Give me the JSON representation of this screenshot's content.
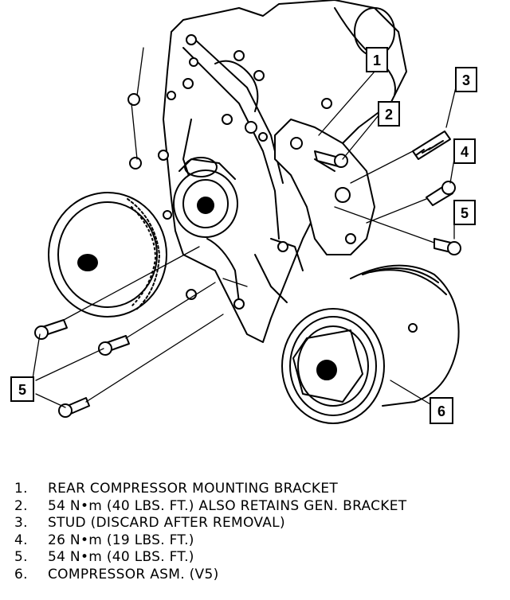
{
  "callouts": {
    "c1": "1",
    "c2": "2",
    "c3": "3",
    "c4": "4",
    "c5a": "5",
    "c5b": "5",
    "c6": "6"
  },
  "legend": [
    {
      "num": "1.",
      "text": "REAR COMPRESSOR MOUNTING BRACKET"
    },
    {
      "num": "2.",
      "text": "54 N•m (40 LBS. FT.) ALSO RETAINS GEN. BRACKET"
    },
    {
      "num": "3.",
      "text": "STUD (DISCARD AFTER REMOVAL)"
    },
    {
      "num": "4.",
      "text": "26 N•m (19 LBS. FT.)"
    },
    {
      "num": "5.",
      "text": "54 N•m (40 LBS. FT.)"
    },
    {
      "num": "6.",
      "text": "COMPRESSOR ASM. (V5)"
    }
  ]
}
